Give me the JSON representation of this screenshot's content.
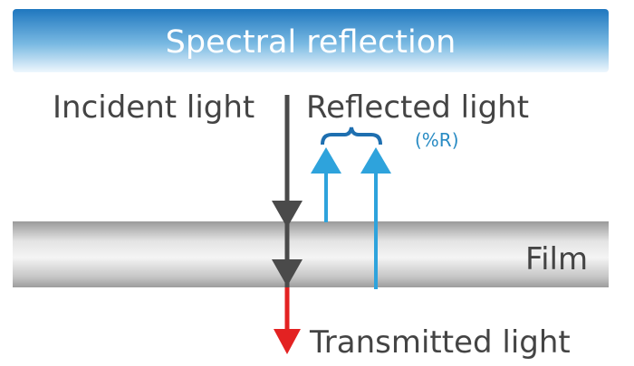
{
  "title": "Spectral reflection",
  "labels": {
    "incident": "Incident light",
    "reflected": "Reflected light",
    "percent_r": "(%R)",
    "film": "Film",
    "transmitted": "Transmitted light"
  },
  "colors": {
    "banner_top": "#1f77bf",
    "banner_bottom": "#eaf5fc",
    "text": "#444444",
    "incident_arrow": "#4a4a4a",
    "reflected_arrow": "#2ea3dc",
    "transmitted_arrow": "#e32222",
    "percent_text": "#2a8cc4"
  }
}
